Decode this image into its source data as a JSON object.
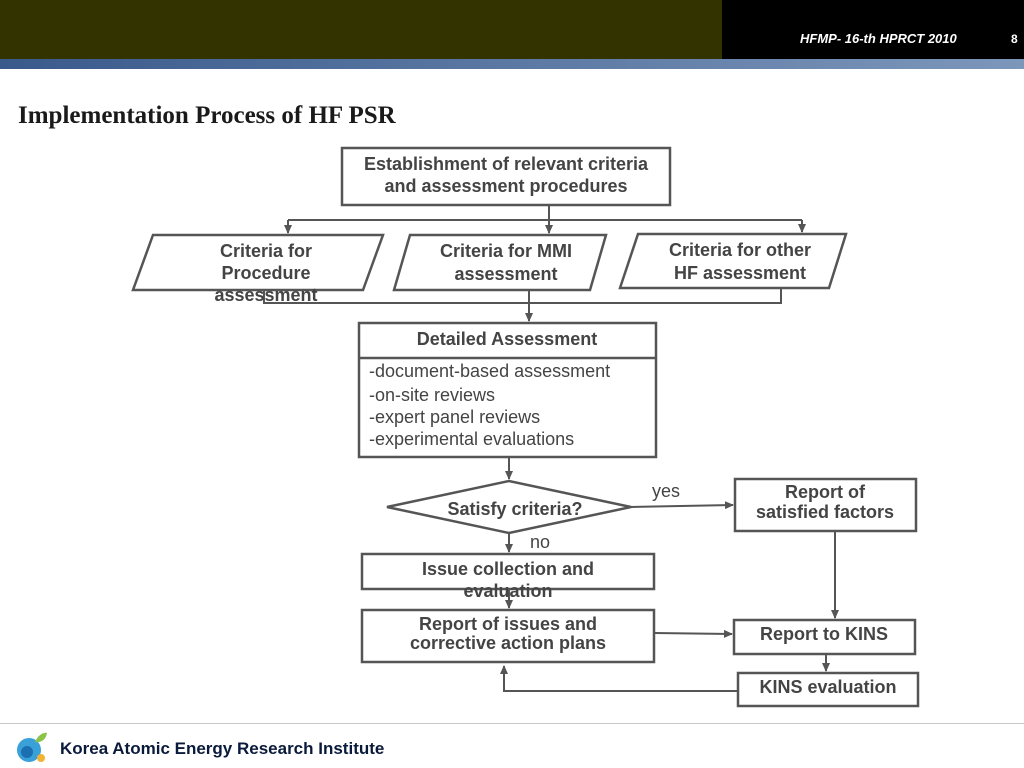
{
  "header": {
    "conference": "HFMP- 16-th HPRCT 2010",
    "page": "8"
  },
  "title": "Implementation Process of HF PSR",
  "nodes": {
    "establishment": [
      "Establishment of relevant criteria",
      "and assessment procedures"
    ],
    "criteria_procedure": [
      "Criteria for",
      "Procedure",
      "assessment"
    ],
    "criteria_mmi": [
      "Criteria for MMI",
      "assessment"
    ],
    "criteria_other": [
      "Criteria for other",
      "HF assessment"
    ],
    "detailed_title": "Detailed Assessment",
    "detailed_items": [
      "-document-based assessment",
      "-on-site reviews",
      "-expert panel reviews",
      "-experimental evaluations"
    ],
    "decision": "Satisfy criteria?",
    "issue_collection": [
      "Issue collection and",
      "evaluation"
    ],
    "report_issues": [
      "Report of issues and",
      "corrective action plans"
    ],
    "report_satisfied": [
      "Report of",
      "satisfied factors"
    ],
    "report_kins": "Report to KINS",
    "kins_evaluation": "KINS evaluation"
  },
  "edge_labels": {
    "yes": "yes",
    "no": "no"
  },
  "footer": {
    "institute": "Korea Atomic Energy Research Institute"
  },
  "colors": {
    "header_dark": "#333300",
    "stripe_blue": "#3a5a8c",
    "box_stroke": "#555555",
    "text": "#444444"
  }
}
